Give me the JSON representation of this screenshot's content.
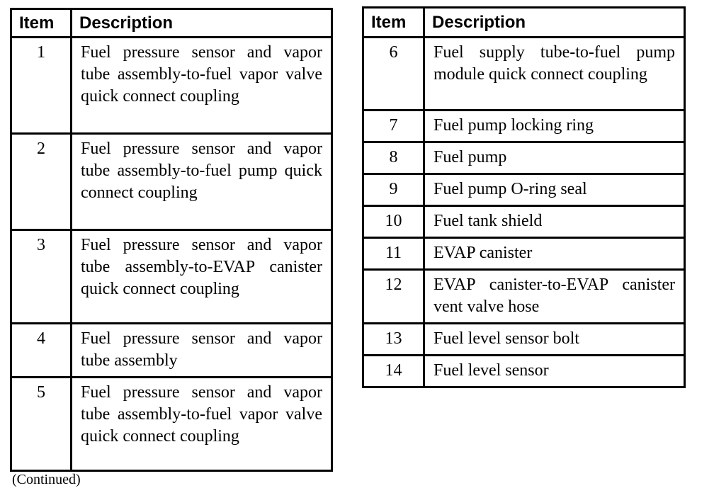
{
  "colors": {
    "ink": "#000000",
    "paper": "#ffffff"
  },
  "page": {
    "continued_label": "(Continued)"
  },
  "left_table": {
    "headers": {
      "item": "Item",
      "description": "Description"
    },
    "rows": [
      {
        "item": "1",
        "description": "Fuel pressure sensor and vapor tube assembly-to-fuel vapor valve quick connect coupling"
      },
      {
        "item": "2",
        "description": "Fuel pressure sensor and vapor tube assembly-to-fuel pump quick connect coupling"
      },
      {
        "item": "3",
        "description": "Fuel pressure sensor and vapor tube assembly-to-EVAP canister quick connect coupling"
      },
      {
        "item": "4",
        "description": "Fuel pressure sensor and vapor tube assembly"
      },
      {
        "item": "5",
        "description": "Fuel pressure sensor and vapor tube assembly-to-fuel vapor valve quick connect coupling"
      }
    ]
  },
  "right_table": {
    "headers": {
      "item": "Item",
      "description": "Description"
    },
    "rows": [
      {
        "item": "6",
        "description": "Fuel supply tube-to-fuel pump module quick connect coupling"
      },
      {
        "item": "7",
        "description": "Fuel pump locking ring"
      },
      {
        "item": "8",
        "description": "Fuel pump"
      },
      {
        "item": "9",
        "description": "Fuel pump O-ring seal"
      },
      {
        "item": "10",
        "description": "Fuel tank shield"
      },
      {
        "item": "11",
        "description": "EVAP canister"
      },
      {
        "item": "12",
        "description": "EVAP canister-to-EVAP canister vent valve hose"
      },
      {
        "item": "13",
        "description": "Fuel level sensor bolt"
      },
      {
        "item": "14",
        "description": "Fuel level sensor"
      }
    ]
  }
}
